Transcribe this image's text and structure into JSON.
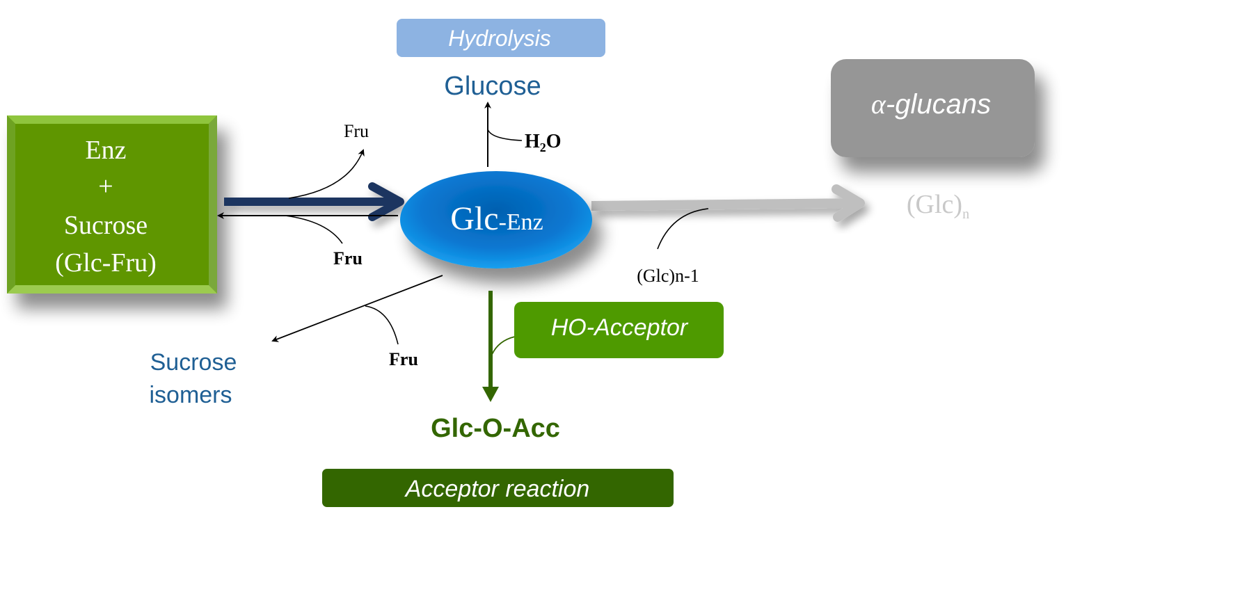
{
  "diagram": {
    "substrate_box": {
      "line1": "Enz",
      "line2": "+",
      "line3": "Sucrose",
      "line4": "(Glc-Fru)",
      "color": "#5f9600"
    },
    "intermediate": {
      "main": "Glc",
      "suffix": "-Enz",
      "color": "#0a78d2"
    },
    "hydrolysis": {
      "badge": "Hydrolysis",
      "badge_color": "#8db3e2",
      "product": "Glucose",
      "product_color": "#1f5f94",
      "reagent_main": "H",
      "reagent_sub": "2",
      "reagent_tail": "O"
    },
    "fructose_release": {
      "top_label": "Fru",
      "bottom_label": "Fru"
    },
    "polymerization": {
      "badge": "α-glucans",
      "badge_alpha": "α",
      "badge_rest": "-glucans",
      "badge_color": "#969696",
      "product_main": "(Glc)",
      "product_sub": "n",
      "reagent": "(Glc)n-1",
      "arrow_color": "#bfbfbf"
    },
    "isomerization": {
      "product_line1": "Sucrose",
      "product_line2": "isomers",
      "product_color": "#1f5f94",
      "released": "Fru"
    },
    "acceptor": {
      "reagent_badge": "HO-Acceptor",
      "reagent_color": "#4e9a00",
      "product": "Glc-O-Acc",
      "product_color": "#336600",
      "reaction_badge": "Acceptor reaction",
      "reaction_color": "#336600"
    },
    "main_arrow_color": "#1c3660"
  }
}
